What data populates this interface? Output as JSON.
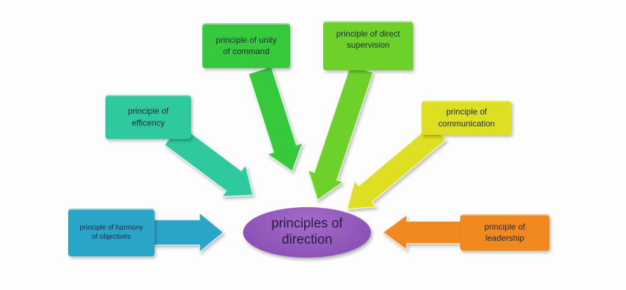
{
  "center": {
    "line1": "principles of",
    "line2": "direction",
    "color": "#8e4fb0"
  },
  "principles": [
    {
      "id": "harmony",
      "line1": "principle of harmony",
      "line2": "of objectives",
      "color": "#2aa5c8"
    },
    {
      "id": "efficency",
      "line1": "principle of",
      "line2": "efficency",
      "color": "#2ec99f"
    },
    {
      "id": "unity",
      "line1": "principle of unity",
      "line2": "of command",
      "color": "#37c93c"
    },
    {
      "id": "supervision",
      "line1": "principle of direct",
      "line2": "supervision",
      "color": "#6dd12a"
    },
    {
      "id": "communication",
      "line1": "principle of",
      "line2": "communication",
      "color": "#dede22"
    },
    {
      "id": "leadership",
      "line1": "principle of",
      "line2": "leadership",
      "color": "#f08a1e"
    }
  ]
}
